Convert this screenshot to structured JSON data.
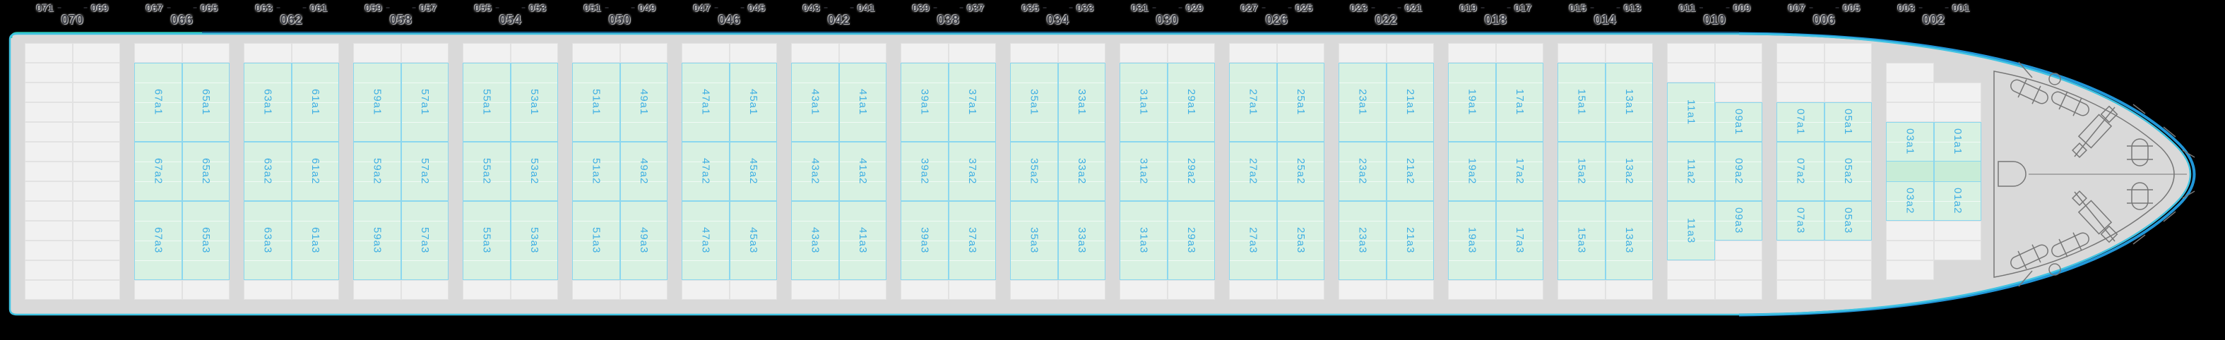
{
  "colors": {
    "background": "#000000",
    "hull_fill": "#d9d9d9",
    "hull_border_cyan": "#41c3e2",
    "hull_border_blue_bow": "#2196d8",
    "hull_border_blue_top": "#175a85",
    "hull_border_teal_segment": "#2ec9b2",
    "empty_cell_fill": "#f1f1f1",
    "empty_cell_border": "#e2e2e2",
    "slot_fill": "#d8f1e2",
    "slot_fill_highlight": "#c8ecd7",
    "slot_border": "#8bd7ef",
    "slot_label_text": "#3fafe3",
    "header_text": "#3d3f47",
    "deck_equipment_line": "#777777"
  },
  "bays": [
    {
      "number": "070",
      "odd_left": "071",
      "odd_right": "069",
      "type": "empty",
      "slots_left": [],
      "slots_right": []
    },
    {
      "number": "066",
      "odd_left": "067",
      "odd_right": "065",
      "type": "standard",
      "slots_left": [
        "67a1",
        "67a2",
        "67a3"
      ],
      "slots_right": [
        "65a1",
        "65a2",
        "65a3"
      ]
    },
    {
      "number": "062",
      "odd_left": "063",
      "odd_right": "061",
      "type": "standard",
      "slots_left": [
        "63a1",
        "63a2",
        "63a3"
      ],
      "slots_right": [
        "61a1",
        "61a2",
        "61a3"
      ]
    },
    {
      "number": "058",
      "odd_left": "059",
      "odd_right": "057",
      "type": "standard",
      "slots_left": [
        "59a1",
        "59a2",
        "59a3"
      ],
      "slots_right": [
        "57a1",
        "57a2",
        "57a3"
      ]
    },
    {
      "number": "054",
      "odd_left": "055",
      "odd_right": "053",
      "type": "standard",
      "slots_left": [
        "55a1",
        "55a2",
        "55a3"
      ],
      "slots_right": [
        "53a1",
        "53a2",
        "53a3"
      ]
    },
    {
      "number": "050",
      "odd_left": "051",
      "odd_right": "049",
      "type": "standard",
      "slots_left": [
        "51a1",
        "51a2",
        "51a3"
      ],
      "slots_right": [
        "49a1",
        "49a2",
        "49a3"
      ]
    },
    {
      "number": "046",
      "odd_left": "047",
      "odd_right": "045",
      "type": "standard",
      "slots_left": [
        "47a1",
        "47a2",
        "47a3"
      ],
      "slots_right": [
        "45a1",
        "45a2",
        "45a3"
      ]
    },
    {
      "number": "042",
      "odd_left": "043",
      "odd_right": "041",
      "type": "standard",
      "slots_left": [
        "43a1",
        "43a2",
        "43a3"
      ],
      "slots_right": [
        "41a1",
        "41a2",
        "41a3"
      ]
    },
    {
      "number": "038",
      "odd_left": "039",
      "odd_right": "037",
      "type": "standard",
      "slots_left": [
        "39a1",
        "39a2",
        "39a3"
      ],
      "slots_right": [
        "37a1",
        "37a2",
        "37a3"
      ]
    },
    {
      "number": "034",
      "odd_left": "035",
      "odd_right": "033",
      "type": "standard",
      "slots_left": [
        "35a1",
        "35a2",
        "35a3"
      ],
      "slots_right": [
        "33a1",
        "33a2",
        "33a3"
      ]
    },
    {
      "number": "030",
      "odd_left": "031",
      "odd_right": "029",
      "type": "standard",
      "slots_left": [
        "31a1",
        "31a2",
        "31a3"
      ],
      "slots_right": [
        "29a1",
        "29a2",
        "29a3"
      ]
    },
    {
      "number": "026",
      "odd_left": "027",
      "odd_right": "025",
      "type": "standard",
      "slots_left": [
        "27a1",
        "27a2",
        "27a3"
      ],
      "slots_right": [
        "25a1",
        "25a2",
        "25a3"
      ]
    },
    {
      "number": "022",
      "odd_left": "023",
      "odd_right": "021",
      "type": "standard",
      "slots_left": [
        "23a1",
        "23a2",
        "23a3"
      ],
      "slots_right": [
        "21a1",
        "21a2",
        "21a3"
      ]
    },
    {
      "number": "018",
      "odd_left": "019",
      "odd_right": "017",
      "type": "standard",
      "slots_left": [
        "19a1",
        "19a2",
        "19a3"
      ],
      "slots_right": [
        "17a1",
        "17a2",
        "17a3"
      ]
    },
    {
      "number": "014",
      "odd_left": "015",
      "odd_right": "013",
      "type": "standard",
      "slots_left": [
        "15a1",
        "15a2",
        "15a3"
      ],
      "slots_right": [
        "13a1",
        "13a2",
        "13a3"
      ]
    },
    {
      "number": "010",
      "odd_left": "011",
      "odd_right": "009",
      "type": "fore_long",
      "slots_left": [
        "11a1",
        "11a2",
        "11a3"
      ],
      "slots_right": [
        "09a1",
        "09a2",
        "09a3"
      ]
    },
    {
      "number": "006",
      "odd_left": "007",
      "odd_right": "005",
      "type": "fore_short",
      "slots_left": [
        "07a1",
        "07a2",
        "07a3"
      ],
      "slots_right": [
        "05a1",
        "05a2",
        "05a3"
      ]
    },
    {
      "number": "002",
      "odd_left": "003",
      "odd_right": "001",
      "type": "bow",
      "slots_left": [
        "03a1",
        "03a2"
      ],
      "slots_right": [
        "01a1",
        "01a2"
      ]
    }
  ]
}
